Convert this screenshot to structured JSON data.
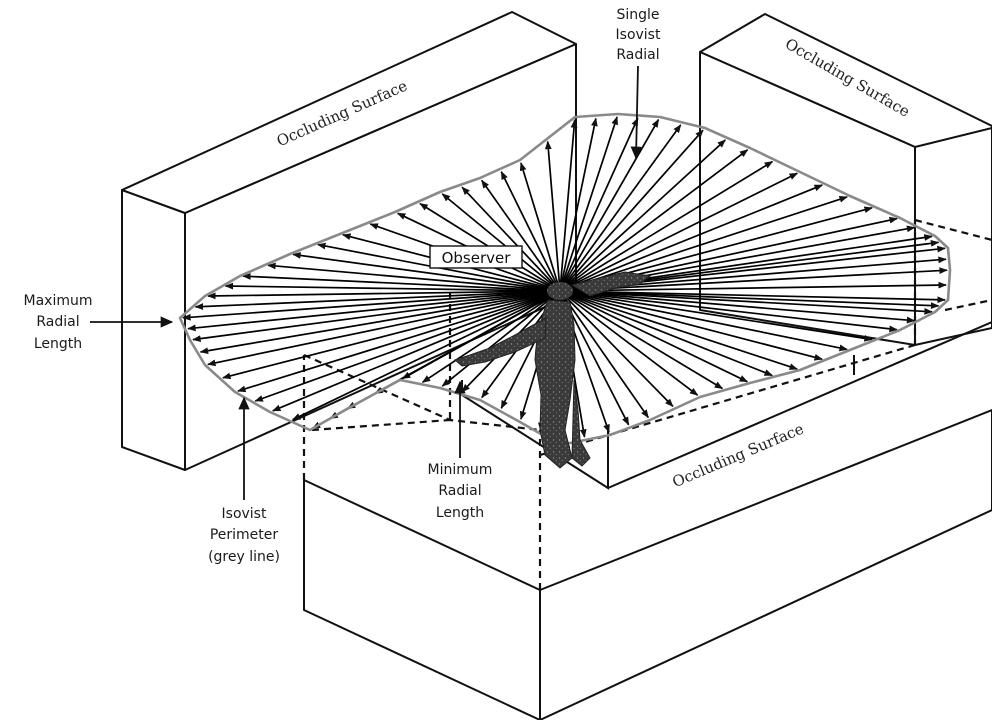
{
  "labels": {
    "occluding_left": "Occluding Surface",
    "occluding_right": "Occluding Surface",
    "occluding_bottom": "Occluding Surface",
    "observer": "Observer",
    "single_radial": [
      "Single",
      "Isovist",
      "Radial"
    ],
    "max_radial": [
      "Maximum",
      "Radial",
      "Length"
    ],
    "min_radial": [
      "Minimum",
      "Radial",
      "Length"
    ],
    "isovist_perimeter": [
      "Isovist",
      "Perimeter",
      "(grey line)"
    ]
  },
  "colors": {
    "ink": "#111111",
    "perimeter": "#8a8a8a",
    "figure": "#3a3a3a",
    "background": "#ffffff"
  }
}
